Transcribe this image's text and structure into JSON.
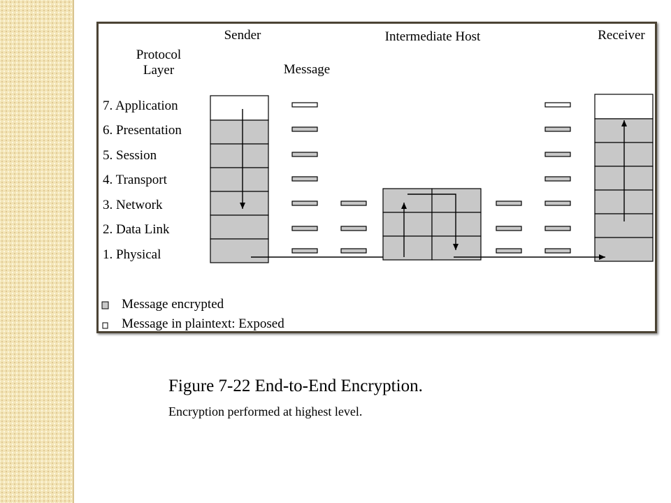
{
  "diagram": {
    "headers": {
      "sender": "Sender",
      "intermediate": "Intermediate Host",
      "receiver": "Receiver",
      "protocol_layer": [
        "Protocol",
        "Layer"
      ],
      "message": "Message"
    },
    "layers": [
      "7. Application",
      "6. Presentation",
      "5. Session",
      "4. Transport",
      "3. Network",
      "2. Data Link",
      "1. Physical"
    ],
    "legend": {
      "encrypted": "Message encrypted",
      "plaintext": "Message in plaintext: Exposed"
    },
    "colors": {
      "encrypted_fill": "#c8c8c8",
      "plaintext_fill": "#ffffff",
      "frame_border": "#4b4334",
      "side_strip": "#f3e5b8"
    }
  },
  "caption": {
    "title": "Figure 7-22  End-to-End Encryption.",
    "subtitle": "Encryption performed at highest level."
  }
}
